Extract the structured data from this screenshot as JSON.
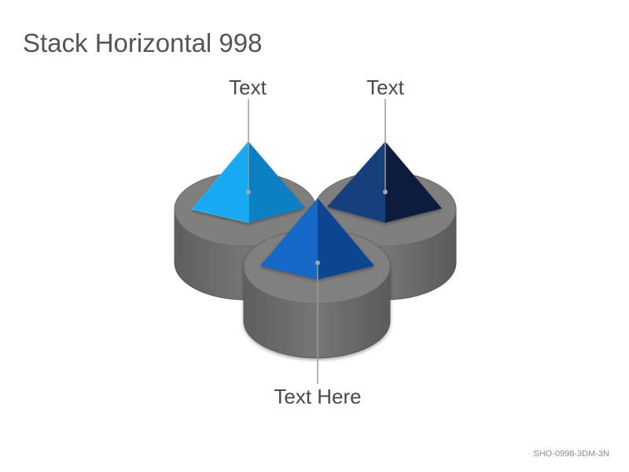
{
  "slide": {
    "title": "Stack Horizontal 998",
    "footer_code": "SHO-0998-3DM-3N"
  },
  "items": [
    {
      "label": "Text",
      "color": "#1aa6ee"
    },
    {
      "label": "Text",
      "color": "#0f3d78"
    },
    {
      "label": "Text Here",
      "color": "#1566c4"
    }
  ],
  "colors": {
    "base_top": "#7e7e7e",
    "base_side": "#6a6a6a",
    "leader": "#9a9a9a"
  }
}
